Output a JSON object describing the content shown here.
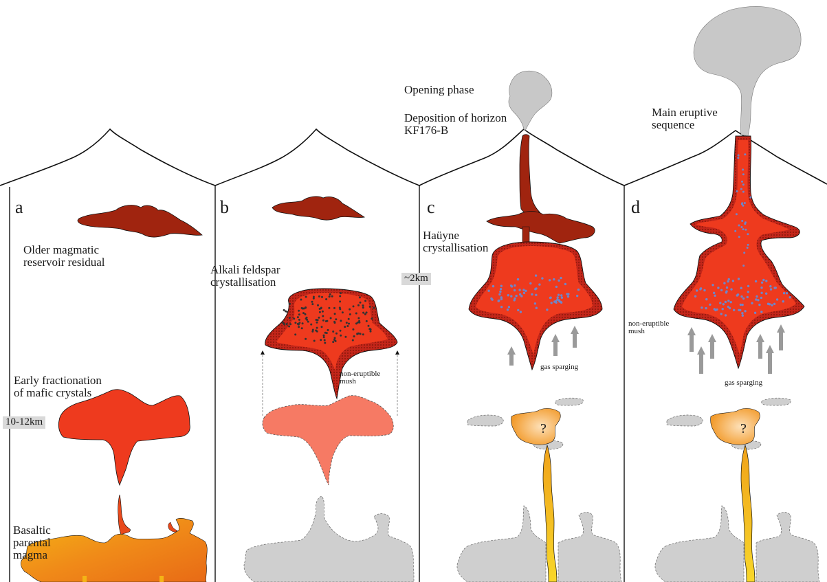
{
  "panels": [
    {
      "letter": "a",
      "labels": {
        "older_reservoir": "Older magmatic\nreservoir residual",
        "early_fractionation": "Early fractionation\nof mafic crystals",
        "basaltic_parent": "Basaltic\nparental\nmagma",
        "depth": "10-12km"
      }
    },
    {
      "letter": "b",
      "labels": {
        "alkali_feldspar": "Alkali feldspar\ncrystallisation",
        "mush": "non-eruptible\nmush"
      }
    },
    {
      "letter": "c",
      "labels": {
        "opening_phase": "Opening phase",
        "deposition": "Deposition of horizon\nKF176-B",
        "hauyne": "Haüyne\ncrystallisation",
        "depth": "~2km",
        "gas_sparging": "gas sparging",
        "unknown": "?"
      }
    },
    {
      "letter": "d",
      "labels": {
        "main_eruptive": "Main eruptive\nsequence",
        "mush": "non-eruptible\nmush",
        "gas_sparging": "gas sparging",
        "unknown": "?"
      }
    }
  ],
  "colors": {
    "magma_red": "#ee3a1e",
    "dark_red": "#a0240f",
    "pale_red": "#f67a64",
    "mush": "#c7281a",
    "ghost_gray": "#cfcfcf",
    "plume_gray": "#c8c8c8",
    "basalt_orange": "#f59a14",
    "feeder_yellow": "#f6c51b",
    "arrow_gray": "#9a9a9a",
    "crystal_blue": "#6f86c9",
    "crystal_dark": "#333333",
    "outline": "#111111"
  }
}
